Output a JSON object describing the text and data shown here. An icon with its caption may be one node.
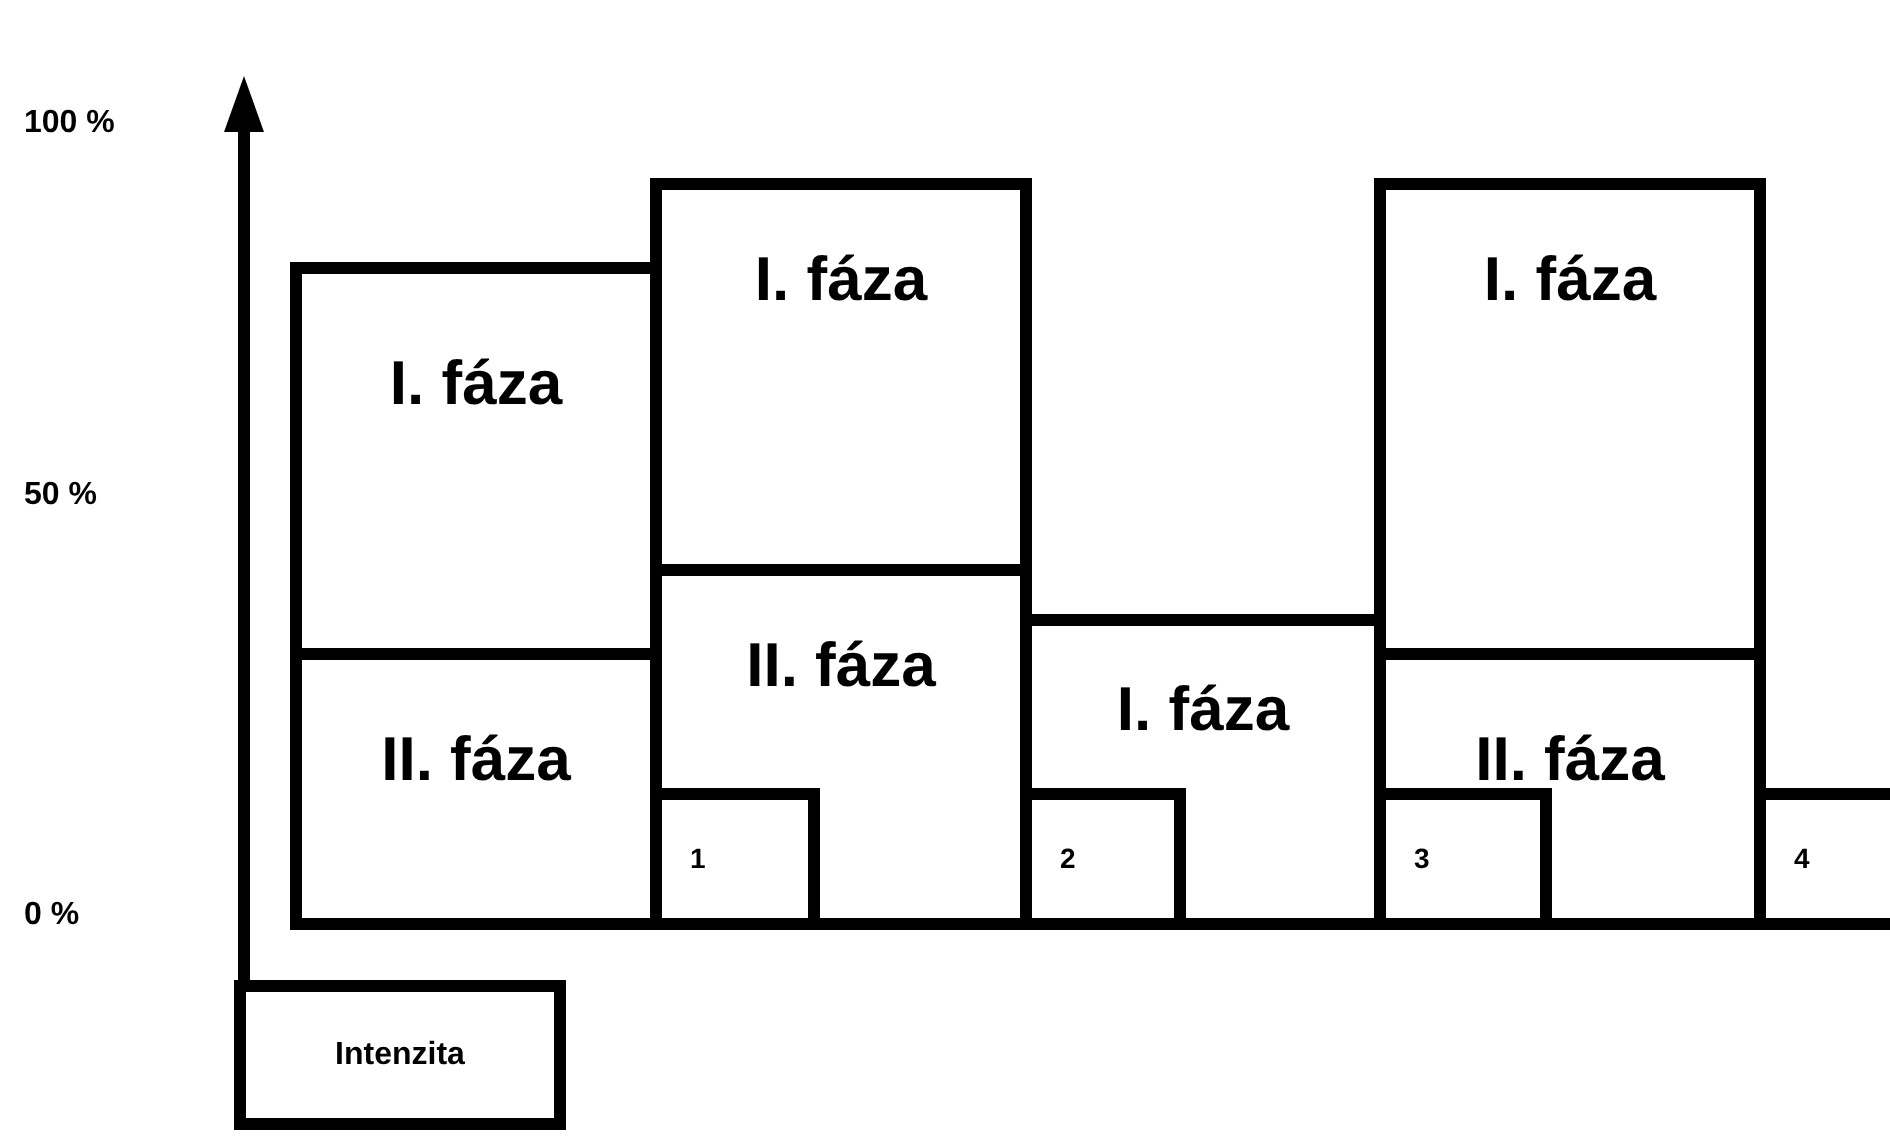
{
  "diagram": {
    "nodes": [
      {
        "text": [
          "I. fáza"
        ]
      },
      {
        "text": [
          "II. fáza"
        ]
      },
      {
        "text": [
          "I. fáza"
        ]
      },
      {
        "text": [
          "II. fáza"
        ]
      },
      {
        "text": [
          "1"
        ],
        "in": 3
      },
      {
        "text": [
          "I. fáza"
        ]
      },
      {
        "text": [
          "2"
        ],
        "in": 5
      },
      {
        "text": [
          "I. fáza"
        ]
      },
      {
        "text": [
          "II. fáza"
        ]
      },
      {
        "text": [
          "3"
        ],
        "in": 8
      },
      {
        "text": [
          "4"
        ]
      },
      {
        "text": [
          "Intenzita"
        ]
      }
    ],
    "labels": [
      "100 %",
      "50 %",
      "0 %"
    ]
  }
}
